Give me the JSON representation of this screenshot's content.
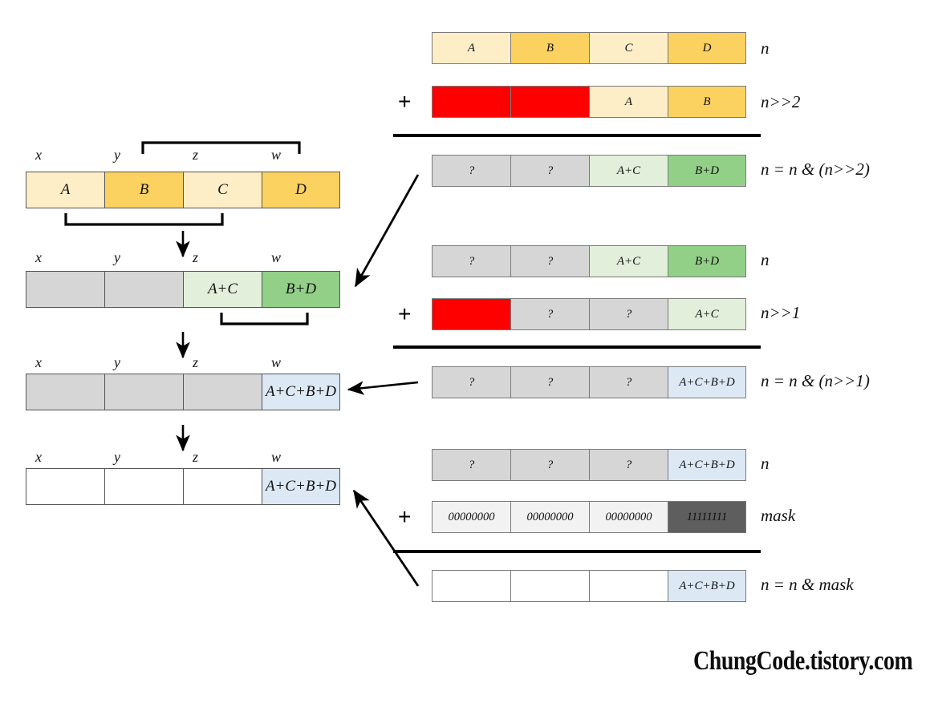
{
  "colors": {
    "cream": "#fdeec8",
    "amber": "#fbd160",
    "red": "#fe0000",
    "gray": "#d6d6d6",
    "light_green": "#e2efda",
    "green": "#92cf87",
    "light_blue": "#dce9f5",
    "white": "#ffffff",
    "off_white": "#f2f2f2",
    "dark_gray": "#5e5e5e",
    "border": "#808080",
    "text": "#111111"
  },
  "watermark": "ChungCode.tistory.com",
  "left_panel": {
    "rows": [
      {
        "name": "original-word",
        "axis": [
          "x",
          "y",
          "z",
          "w"
        ],
        "cells": [
          {
            "text": "A",
            "color": "#fdeec8"
          },
          {
            "text": "B",
            "color": "#fbd160"
          },
          {
            "text": "C",
            "color": "#fdeec8"
          },
          {
            "text": "D",
            "color": "#fbd160"
          }
        ]
      },
      {
        "name": "after-shift-2-and",
        "axis": [
          "x",
          "y",
          "z",
          "w"
        ],
        "cells": [
          {
            "text": "",
            "color": "#d6d6d6"
          },
          {
            "text": "",
            "color": "#d6d6d6"
          },
          {
            "text": "A+C",
            "color": "#e2efda"
          },
          {
            "text": "B+D",
            "color": "#92cf87"
          }
        ]
      },
      {
        "name": "after-shift-1-and",
        "axis": [
          "x",
          "y",
          "z",
          "w"
        ],
        "cells": [
          {
            "text": "",
            "color": "#d6d6d6"
          },
          {
            "text": "",
            "color": "#d6d6d6"
          },
          {
            "text": "",
            "color": "#d6d6d6"
          },
          {
            "text": "A+C+B+D",
            "color": "#dce9f5"
          }
        ]
      },
      {
        "name": "after-mask",
        "axis": [
          "x",
          "y",
          "z",
          "w"
        ],
        "cells": [
          {
            "text": "",
            "color": "#ffffff"
          },
          {
            "text": "",
            "color": "#ffffff"
          },
          {
            "text": "",
            "color": "#ffffff"
          },
          {
            "text": "A+C+B+D",
            "color": "#dce9f5"
          }
        ]
      }
    ]
  },
  "right_panel": {
    "groups": [
      {
        "name": "shift-2-group",
        "plus": "+",
        "rows": [
          {
            "label": "n",
            "cells": [
              {
                "text": "A",
                "color": "#fdeec8"
              },
              {
                "text": "B",
                "color": "#fbd160"
              },
              {
                "text": "C",
                "color": "#fdeec8"
              },
              {
                "text": "D",
                "color": "#fbd160"
              }
            ]
          },
          {
            "label": "n>>2",
            "cells": [
              {
                "text": "",
                "color": "#fe0000"
              },
              {
                "text": "",
                "color": "#fe0000"
              },
              {
                "text": "A",
                "color": "#fdeec8"
              },
              {
                "text": "B",
                "color": "#fbd160"
              }
            ]
          }
        ],
        "result": {
          "label": "n = n & (n>>2)",
          "cells": [
            {
              "text": "?",
              "color": "#d6d6d6"
            },
            {
              "text": "?",
              "color": "#d6d6d6"
            },
            {
              "text": "A+C",
              "color": "#e2efda"
            },
            {
              "text": "B+D",
              "color": "#92cf87"
            }
          ]
        }
      },
      {
        "name": "shift-1-group",
        "plus": "+",
        "rows": [
          {
            "label": "n",
            "cells": [
              {
                "text": "?",
                "color": "#d6d6d6"
              },
              {
                "text": "?",
                "color": "#d6d6d6"
              },
              {
                "text": "A+C",
                "color": "#e2efda"
              },
              {
                "text": "B+D",
                "color": "#92cf87"
              }
            ]
          },
          {
            "label": "n>>1",
            "cells": [
              {
                "text": "",
                "color": "#fe0000"
              },
              {
                "text": "?",
                "color": "#d6d6d6"
              },
              {
                "text": "?",
                "color": "#d6d6d6"
              },
              {
                "text": "A+C",
                "color": "#e2efda"
              }
            ]
          }
        ],
        "result": {
          "label": "n = n & (n>>1)",
          "cells": [
            {
              "text": "?",
              "color": "#d6d6d6"
            },
            {
              "text": "?",
              "color": "#d6d6d6"
            },
            {
              "text": "?",
              "color": "#d6d6d6"
            },
            {
              "text": "A+C+B+D",
              "color": "#dce9f5"
            }
          ]
        }
      },
      {
        "name": "mask-group",
        "plus": "+",
        "rows": [
          {
            "label": "n",
            "cells": [
              {
                "text": "?",
                "color": "#d6d6d6"
              },
              {
                "text": "?",
                "color": "#d6d6d6"
              },
              {
                "text": "?",
                "color": "#d6d6d6"
              },
              {
                "text": "A+C+B+D",
                "color": "#dce9f5"
              }
            ]
          },
          {
            "label": "mask",
            "cells": [
              {
                "text": "00000000",
                "color": "#f2f2f2"
              },
              {
                "text": "00000000",
                "color": "#f2f2f2"
              },
              {
                "text": "00000000",
                "color": "#f2f2f2"
              },
              {
                "text": "11111111",
                "color": "#5e5e5e"
              }
            ]
          }
        ],
        "result": {
          "label": "n = n & mask",
          "cells": [
            {
              "text": "",
              "color": "#ffffff"
            },
            {
              "text": "",
              "color": "#ffffff"
            },
            {
              "text": "",
              "color": "#ffffff"
            },
            {
              "text": "A+C+B+D",
              "color": "#dce9f5"
            }
          ]
        }
      }
    ]
  }
}
